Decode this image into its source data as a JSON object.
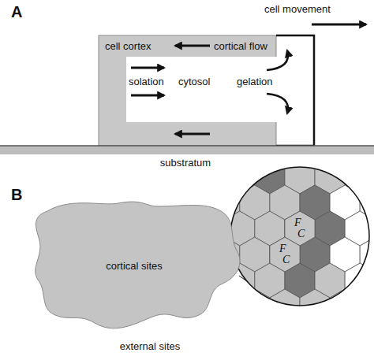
{
  "diagram": {
    "nodes": [
      {
        "text": [
          "cell cortex",
          "cortical flow"
        ]
      },
      {
        "text": [
          "solation",
          "cytosol",
          "gelation"
        ],
        "in": 0
      },
      {
        "text": [
          "cortical sites"
        ]
      },
      {
        "text": [
          "F",
          "C"
        ]
      },
      {
        "text": [
          "F",
          "C"
        ]
      }
    ],
    "labels": [
      "A",
      "cell movement",
      "substratum",
      "B",
      "external sites"
    ]
  }
}
